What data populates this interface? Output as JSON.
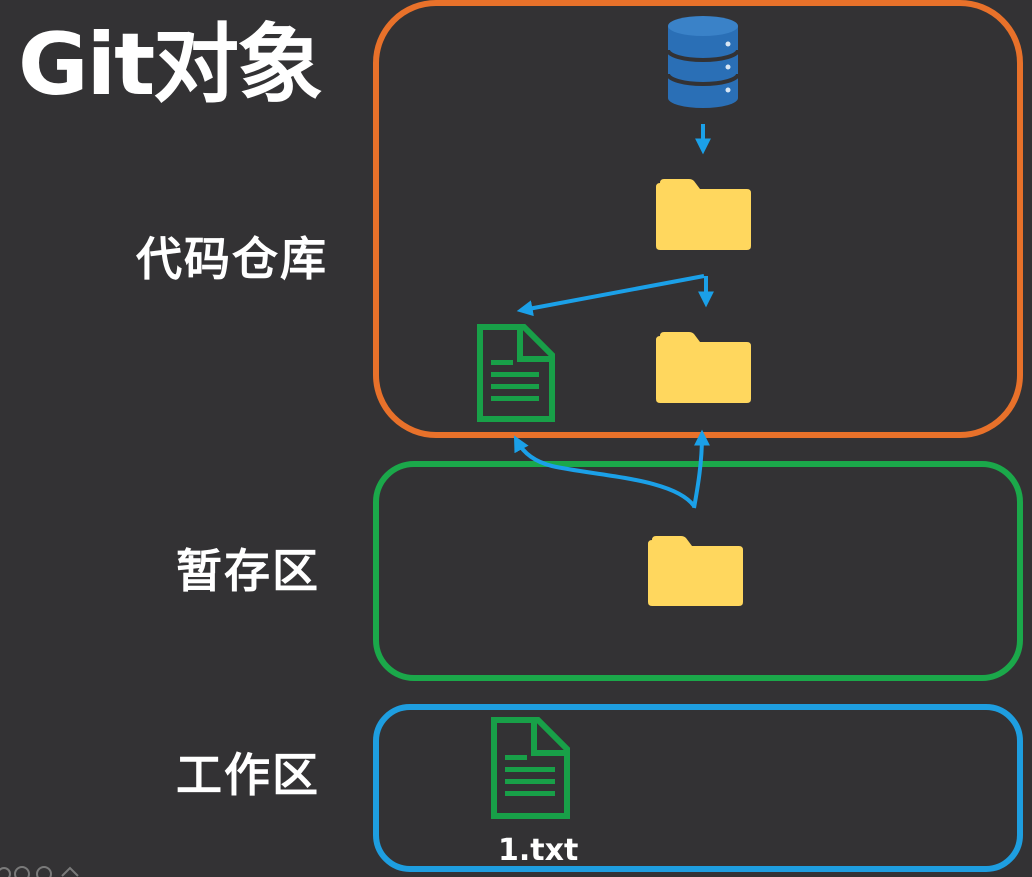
{
  "title": "Git对象",
  "zones": {
    "repository": {
      "label": "代码仓库",
      "color": "#e8712a"
    },
    "staging": {
      "label": "暂存区",
      "color": "#1ba84a"
    },
    "working": {
      "label": "工作区",
      "color": "#1e9ee0"
    }
  },
  "file": {
    "name": "1.txt",
    "icon": "text-file-icon",
    "color": "#18a048"
  },
  "icons": {
    "database": "database-icon",
    "folder": "folder-icon",
    "folder_color": "#ffd75e",
    "arrow_color": "#1ba0e8"
  }
}
